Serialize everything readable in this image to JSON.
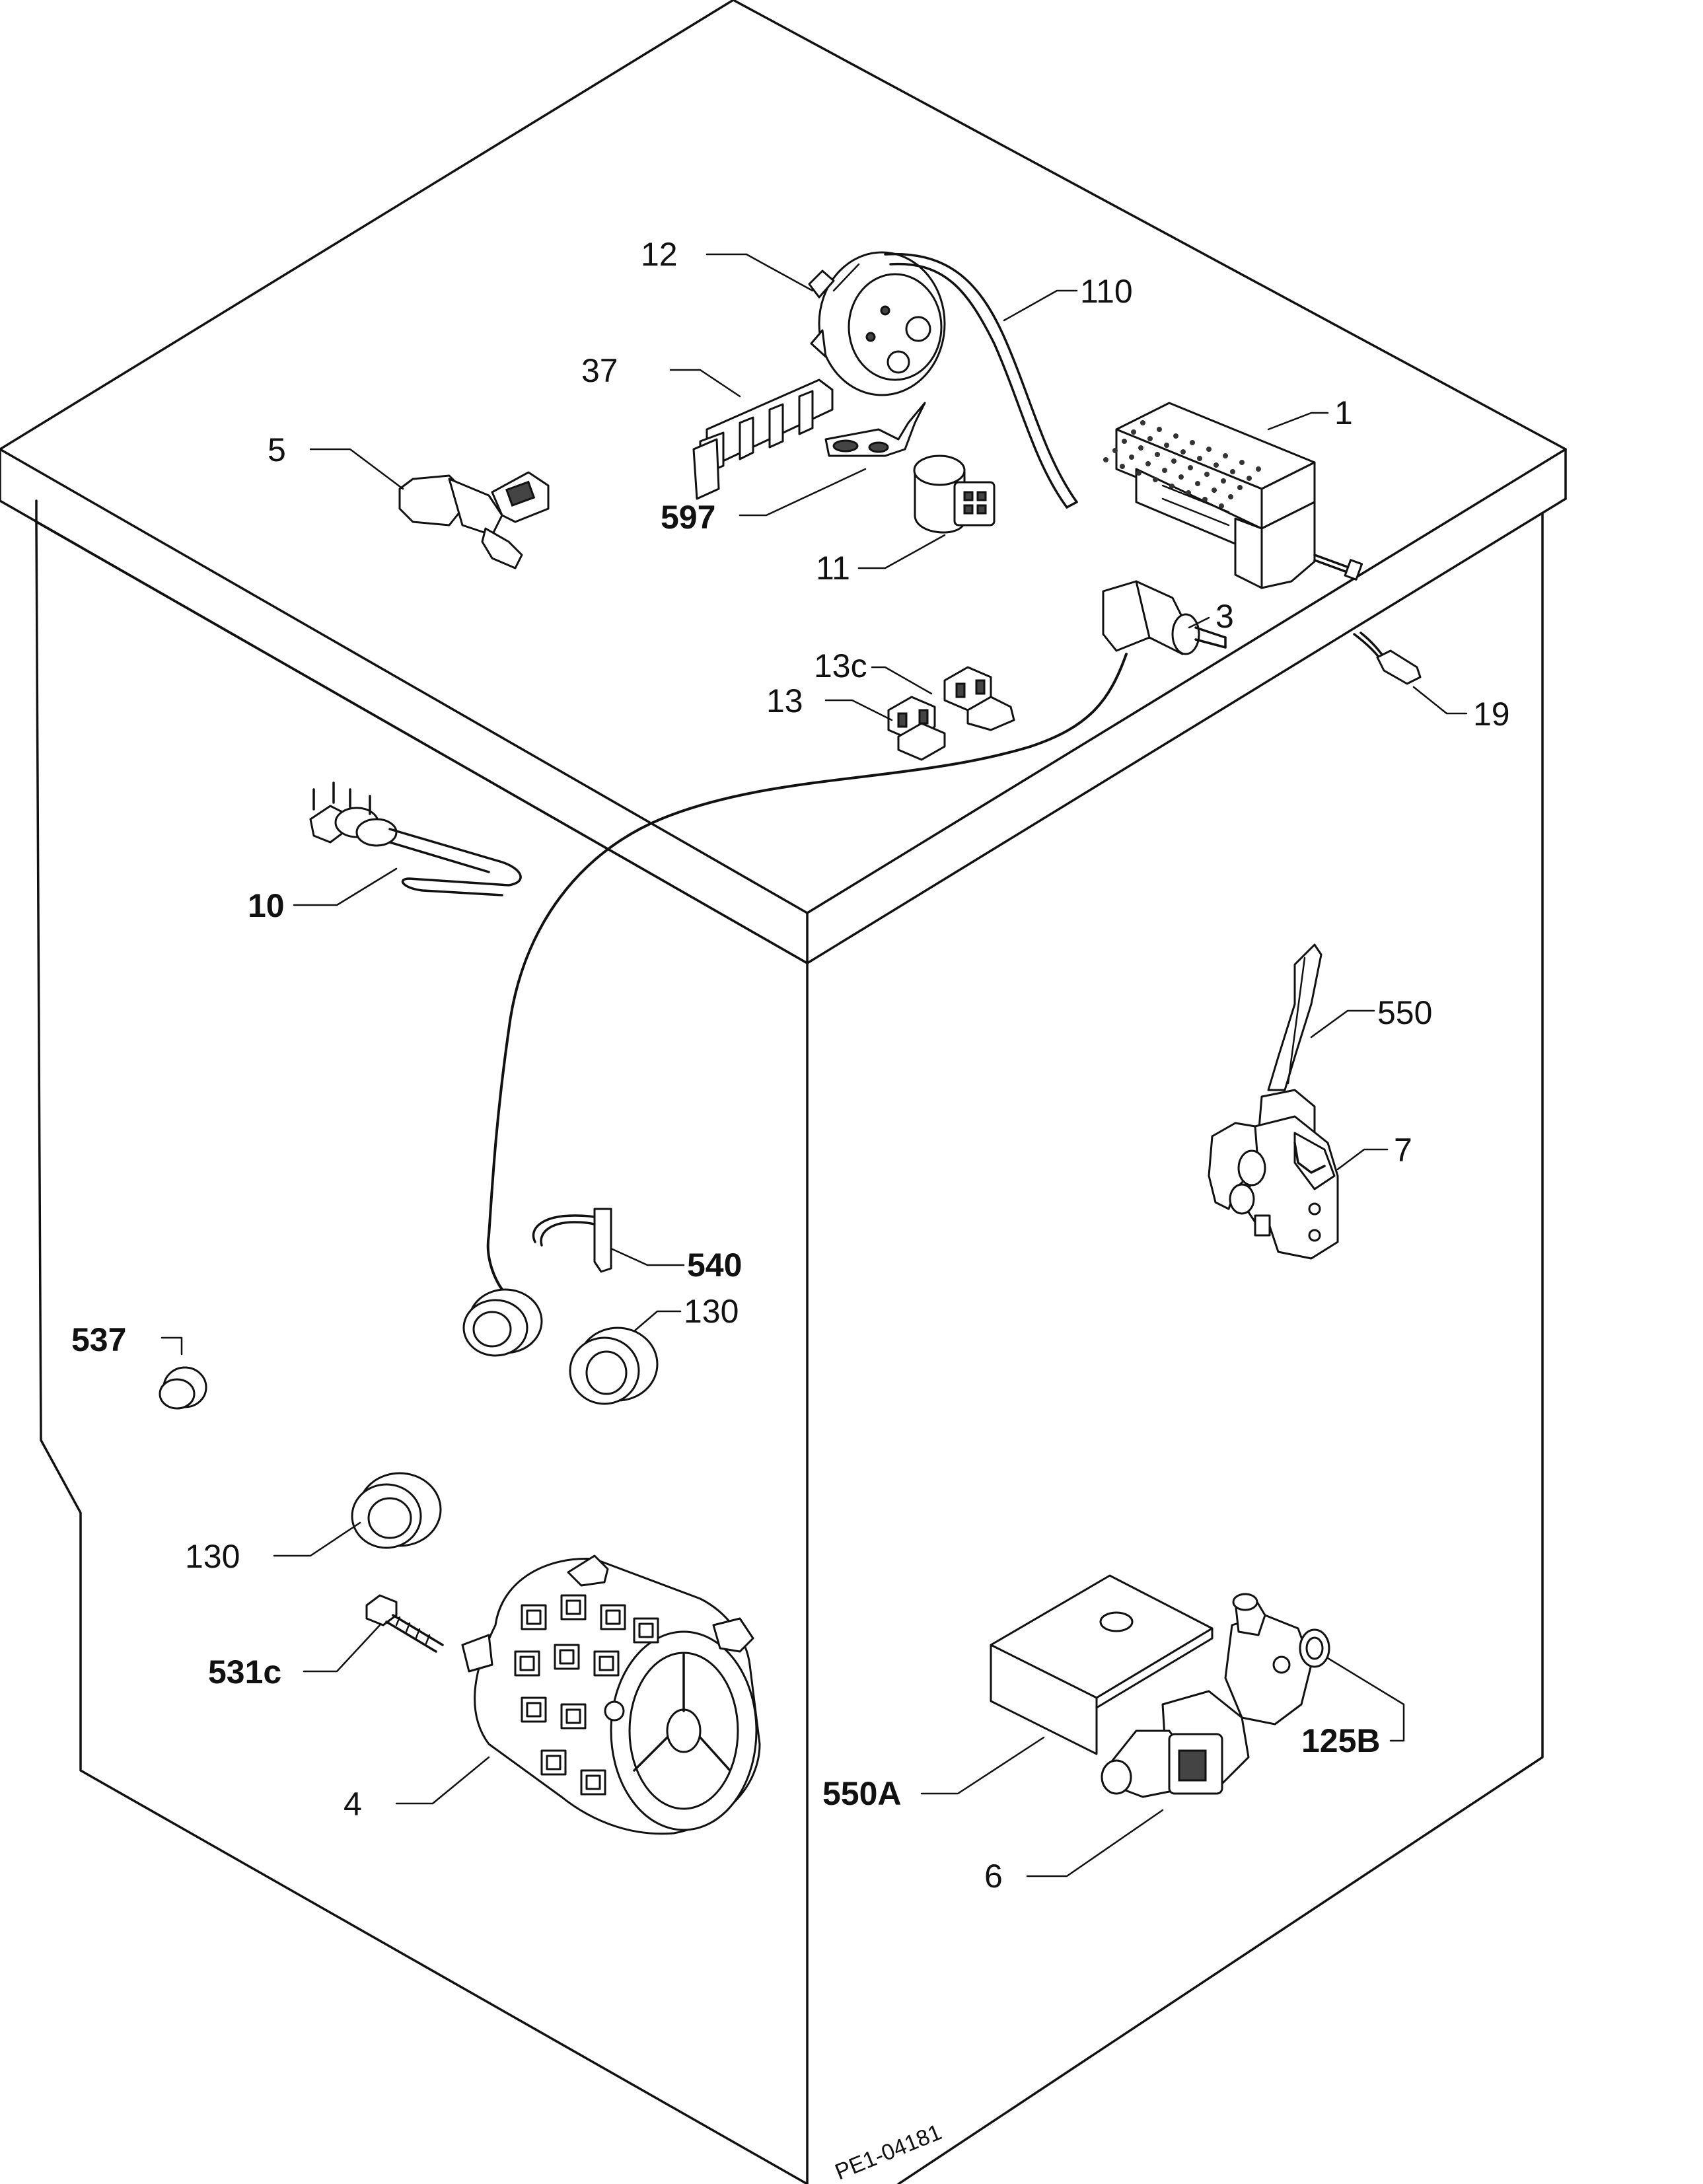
{
  "diagram": {
    "drawing_code": "PE1-04181",
    "callouts": [
      {
        "id": "12",
        "text": "12"
      },
      {
        "id": "110",
        "text": "110"
      },
      {
        "id": "37",
        "text": "37"
      },
      {
        "id": "1",
        "text": "1"
      },
      {
        "id": "5",
        "text": "5"
      },
      {
        "id": "597",
        "text": "597"
      },
      {
        "id": "11",
        "text": "11"
      },
      {
        "id": "3",
        "text": "3"
      },
      {
        "id": "13c",
        "text": "13c"
      },
      {
        "id": "13",
        "text": "13"
      },
      {
        "id": "19",
        "text": "19"
      },
      {
        "id": "10",
        "text": "10"
      },
      {
        "id": "550",
        "text": "550"
      },
      {
        "id": "7",
        "text": "7"
      },
      {
        "id": "540",
        "text": "540"
      },
      {
        "id": "130a",
        "text": "130"
      },
      {
        "id": "537",
        "text": "537"
      },
      {
        "id": "130b",
        "text": "130"
      },
      {
        "id": "531c",
        "text": "531c"
      },
      {
        "id": "4",
        "text": "4"
      },
      {
        "id": "550A",
        "text": "550A"
      },
      {
        "id": "125B",
        "text": "125B"
      },
      {
        "id": "6",
        "text": "6"
      }
    ]
  }
}
